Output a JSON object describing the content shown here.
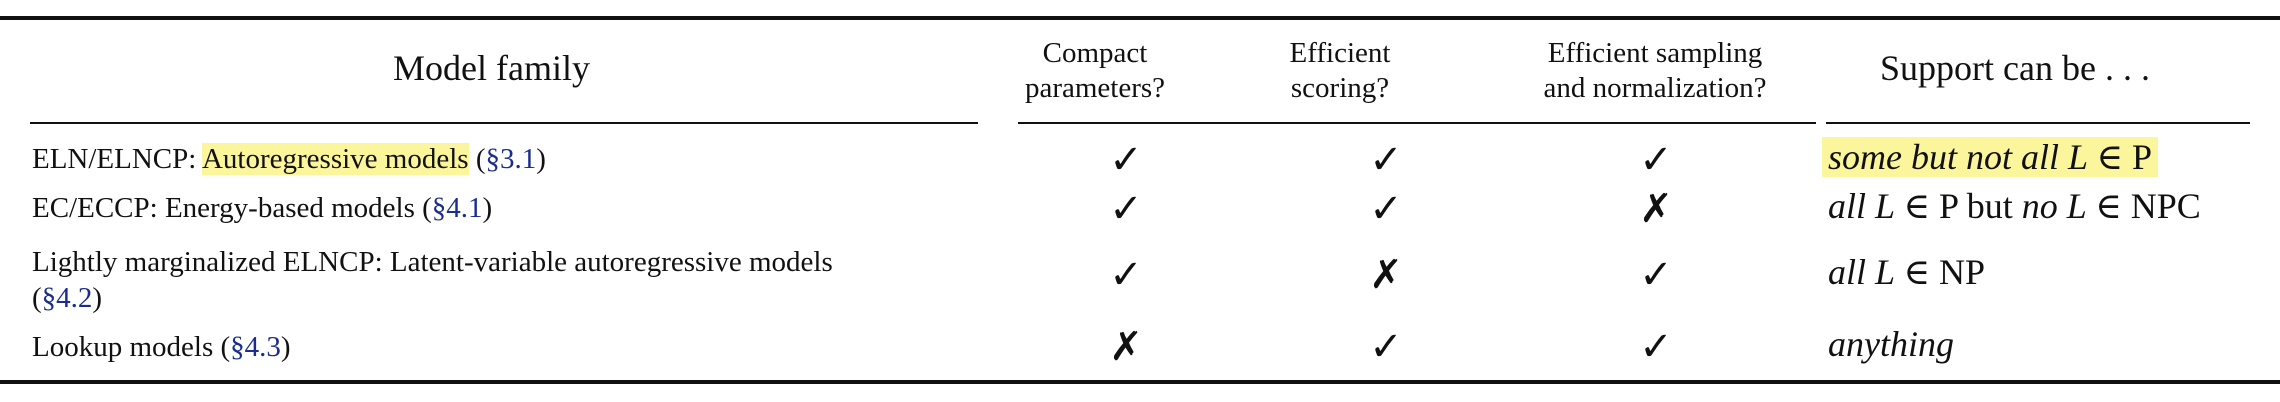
{
  "headers": {
    "model_family": "Model family",
    "compact": [
      "Compact",
      "parameters?"
    ],
    "scoring": [
      "Efficient",
      "scoring?"
    ],
    "sampling": [
      "Efficient sampling",
      "and normalization?"
    ],
    "support": "Support can be . . ."
  },
  "rows": [
    {
      "prefix": "ELN/ELNCP: ",
      "highlight": "Autoregressive models",
      "open": " (",
      "ref": "§3.1",
      "close": ")",
      "compact": "✓",
      "scoring": "✓",
      "sampling": "✓",
      "support": {
        "a": "some but not all",
        "b": " L ",
        "c": "∈ P",
        "d": "",
        "e": ""
      }
    },
    {
      "prefix": "EC/ECCP: Energy-based models (",
      "ref": "§4.1",
      "close": ")",
      "compact": "✓",
      "scoring": "✓",
      "sampling": "✗",
      "support": {
        "a": "all",
        "b": " L ",
        "c": "∈ P but ",
        "d": "no",
        "e": " L ",
        "f": "∈ NPC"
      }
    },
    {
      "line1": "Lightly marginalized ELNCP:  Latent-variable autoregressive models",
      "open": "(",
      "ref": "§4.2",
      "close": ")",
      "compact": "✓",
      "scoring": "✗",
      "sampling": "✓",
      "support": {
        "a": "all",
        "b": " L ",
        "c": "∈ NP"
      }
    },
    {
      "prefix": "Lookup models (",
      "ref": "§4.3",
      "close": ")",
      "compact": "✗",
      "scoring": "✓",
      "sampling": "✓",
      "support": {
        "a": "anything"
      }
    }
  ],
  "colors": {
    "highlight": "#fbf59b",
    "link": "#1a2c8f"
  }
}
